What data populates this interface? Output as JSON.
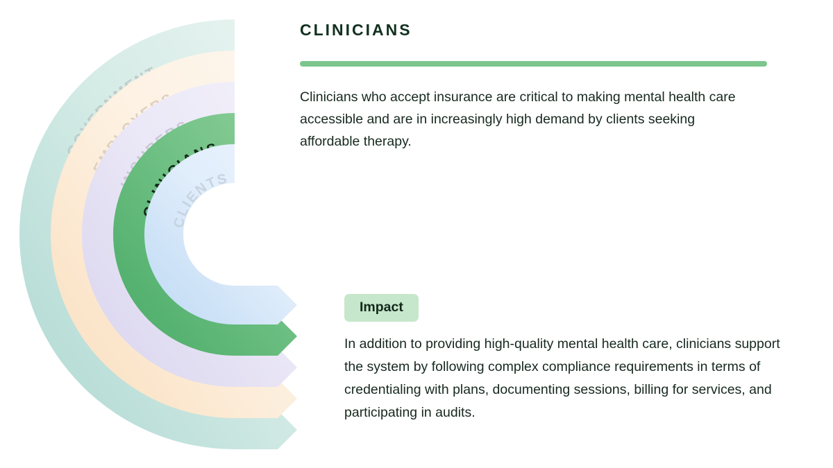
{
  "section": {
    "title": "CLINICIANS",
    "divider_color": "#7cc68d",
    "intro": "Clinicians who accept insurance are critical to making mental health care accessible and are in increasingly high demand by clients seeking affordable therapy.",
    "impact_label": "Impact",
    "impact_text": "In addition to providing high-quality mental health care, clinicians support the system by following complex compliance requirements in terms of credentialing with plans, documenting sessions, billing for services, and participating in audits."
  },
  "diagram": {
    "type": "concentric-arc-arrows",
    "description": "Five nested C-shaped arrow bands opening to the right, each labeled along the arc.",
    "active_band": "CLINICIANS",
    "bands": [
      {
        "label": "GOVERNMENT",
        "order": 1,
        "position": "outermost",
        "fill_start": "#e6f3f0",
        "fill_end": "#b4dcd6",
        "text_color": "#bcc9c7",
        "active": false
      },
      {
        "label": "EMPLOYERS",
        "order": 2,
        "fill_start": "#fdf5ea",
        "fill_end": "#fae3c6",
        "text_color": "#dccfbe",
        "active": false
      },
      {
        "label": "INSURERS",
        "order": 3,
        "fill_start": "#f0eef8",
        "fill_end": "#ddd9ef",
        "text_color": "#c9c6d4",
        "active": false
      },
      {
        "label": "CLINICIANS",
        "order": 4,
        "fill_start": "#7cc68d",
        "fill_end": "#4cad68",
        "text_color": "#14291c",
        "active": true
      },
      {
        "label": "CLIENTS",
        "order": 5,
        "position": "innermost",
        "fill_start": "#e9f2fc",
        "fill_end": "#c3ddf5",
        "text_color": "#c6d3df",
        "active": false
      }
    ]
  }
}
